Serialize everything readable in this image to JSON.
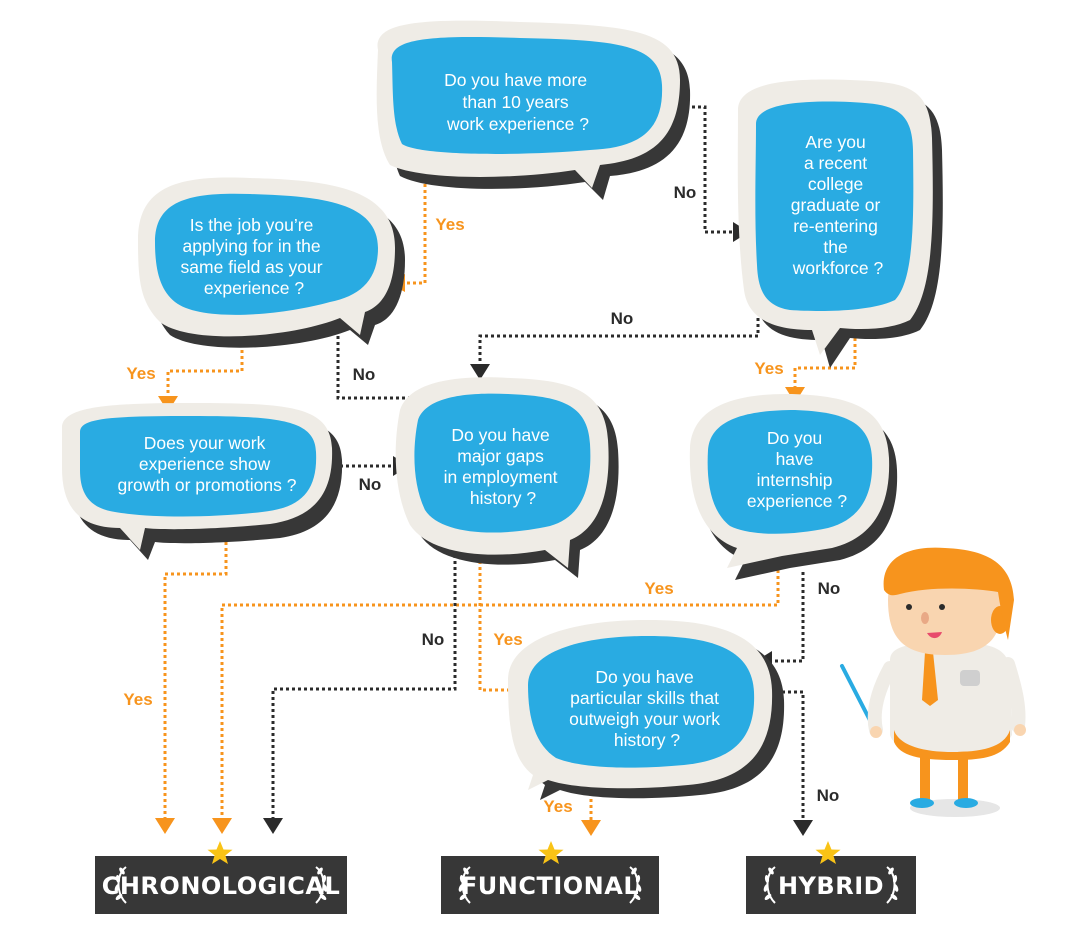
{
  "questions": {
    "q_experience": [
      "Do you have more",
      "than 10 years",
      "work experience ?"
    ],
    "q_recent_grad": [
      "Are you",
      "a recent",
      "college",
      "graduate or",
      "re-entering",
      "the",
      "workforce ?"
    ],
    "q_same_field": [
      "Is the job you’re",
      "applying for in the",
      "same field as your",
      "experience  ?"
    ],
    "q_growth": [
      "Does your work",
      "experience show",
      "growth or promotions ?"
    ],
    "q_gaps": [
      "Do you have",
      "major gaps",
      "in employment",
      "history ?"
    ],
    "q_internship": [
      "Do you",
      "have",
      "internship",
      "experience ?"
    ],
    "q_skills": [
      "Do you have",
      "particular skills that",
      "outweigh your work",
      "history ?"
    ]
  },
  "edge_labels": {
    "experience_yes": "Yes",
    "experience_no": "No",
    "same_field_yes": "Yes",
    "same_field_no": "No",
    "recent_grad_no": "No",
    "recent_grad_yes": "Yes",
    "growth_no": "No",
    "growth_yes": "Yes",
    "gaps_no": "No",
    "gaps_yes": "Yes",
    "internship_yes": "Yes",
    "internship_no": "No",
    "skills_yes": "Yes",
    "skills_no": "No"
  },
  "results": {
    "chronological": "CHRONOLOGICAL",
    "functional": "FUNCTIONAL",
    "hybrid": "HYBRID"
  },
  "colors": {
    "bubble_fill": "#29abe2",
    "bubble_rim": "#efece6",
    "bubble_shadow": "#373737",
    "yes_color": "#f7941d",
    "no_color": "#2b2b2b",
    "badge_fill": "#373737",
    "star_color": "#f9c316"
  }
}
